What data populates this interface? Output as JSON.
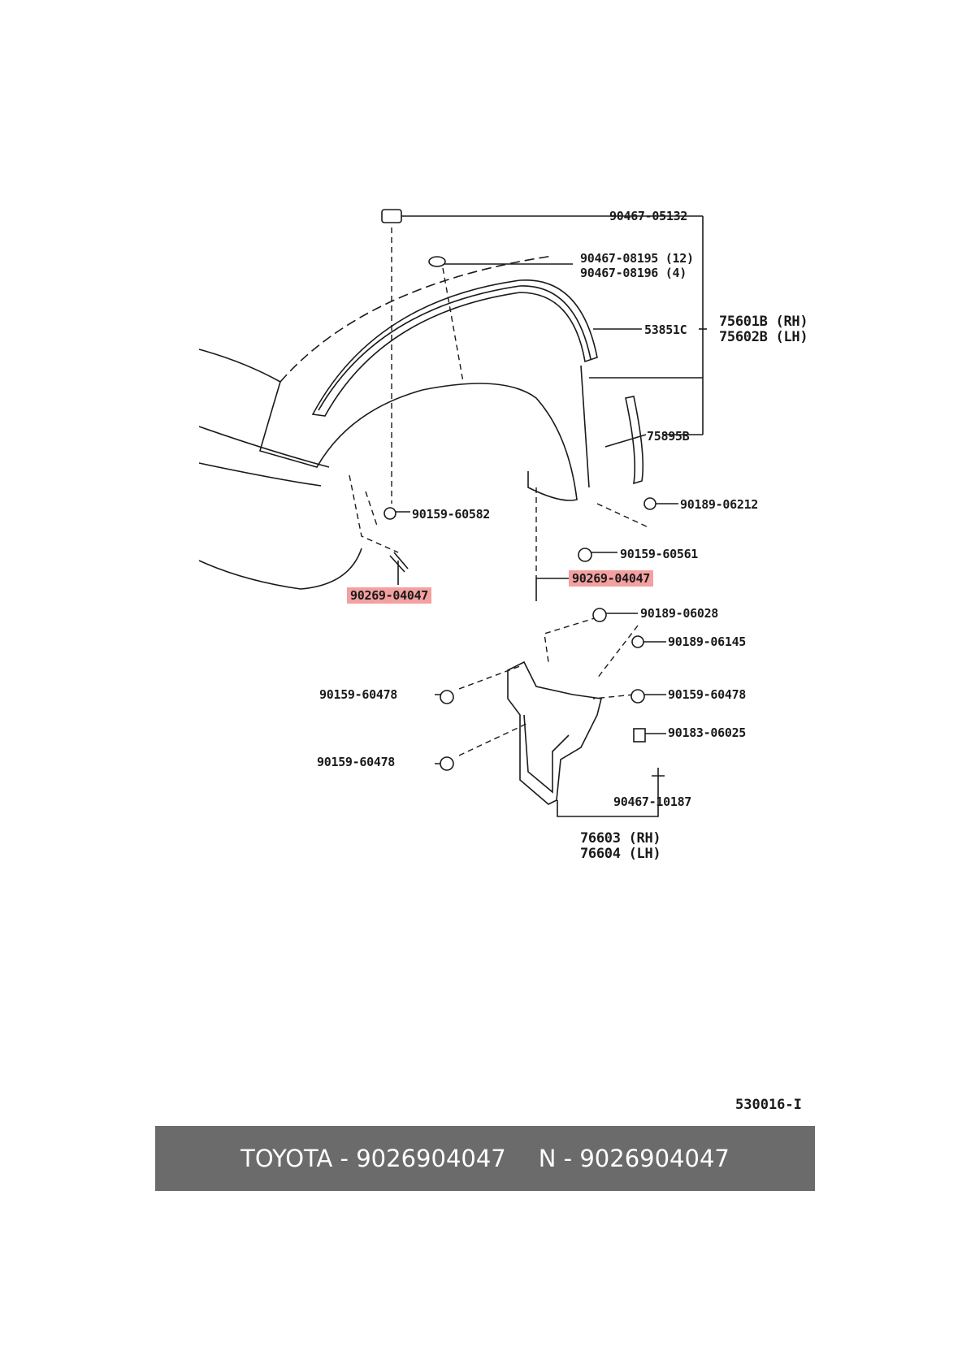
{
  "labels": {
    "p90467_05132": "90467-05132",
    "p90467_08195": "90467-08195 (12)",
    "p90467_08196": "90467-08196 (4)",
    "p53851c": "53851C",
    "p75601b": "75601B (RH)",
    "p75602b": "75602B (LH)",
    "p75895b": "75895B",
    "p90189_06212": "90189-06212",
    "p90159_60582": "90159-60582",
    "p90159_60561": "90159-60561",
    "p90269_04047_left": "90269-04047",
    "p90269_04047_right": "90269-04047",
    "p90189_06028": "90189-06028",
    "p90189_06145": "90189-06145",
    "p90159_60478_a": "90159-60478",
    "p90159_60478_b": "90159-60478",
    "p90159_60478_c": "90159-60478",
    "p90183_06025": "90183-06025",
    "p90467_10187": "90467-10187",
    "p76603": "76603 (RH)",
    "p76604": "76604 (LH)"
  },
  "diagram_code": "530016-I",
  "footer": {
    "brand_part": "TOYOTA - 9026904047",
    "alt_part": "N - 9026904047"
  },
  "colors": {
    "highlight": "#f3a0a0",
    "footer_bg": "#6b6b6b",
    "line": "#1a1a1a"
  }
}
